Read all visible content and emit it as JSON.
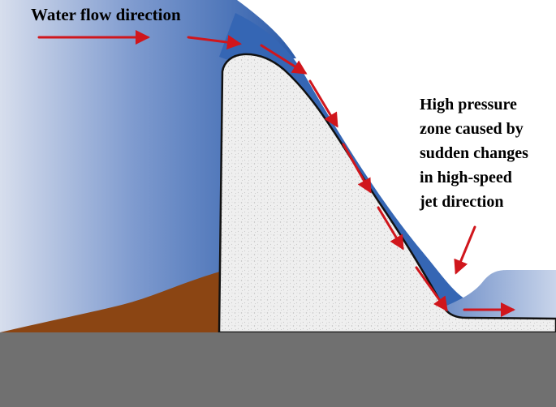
{
  "labels": {
    "flow": "Water flow direction",
    "pressure": [
      "High pressure",
      "zone caused by",
      "sudden changes",
      "in high-speed",
      "jet direction"
    ]
  },
  "colors": {
    "water_dark": "#2f5fae",
    "water_light": "#d4dcec",
    "soil": "#8b4513",
    "concrete": "#eeeeee",
    "ground": "#707070",
    "arrow": "#d0161c"
  },
  "icons": {
    "arrow": "red-arrow-icon"
  }
}
